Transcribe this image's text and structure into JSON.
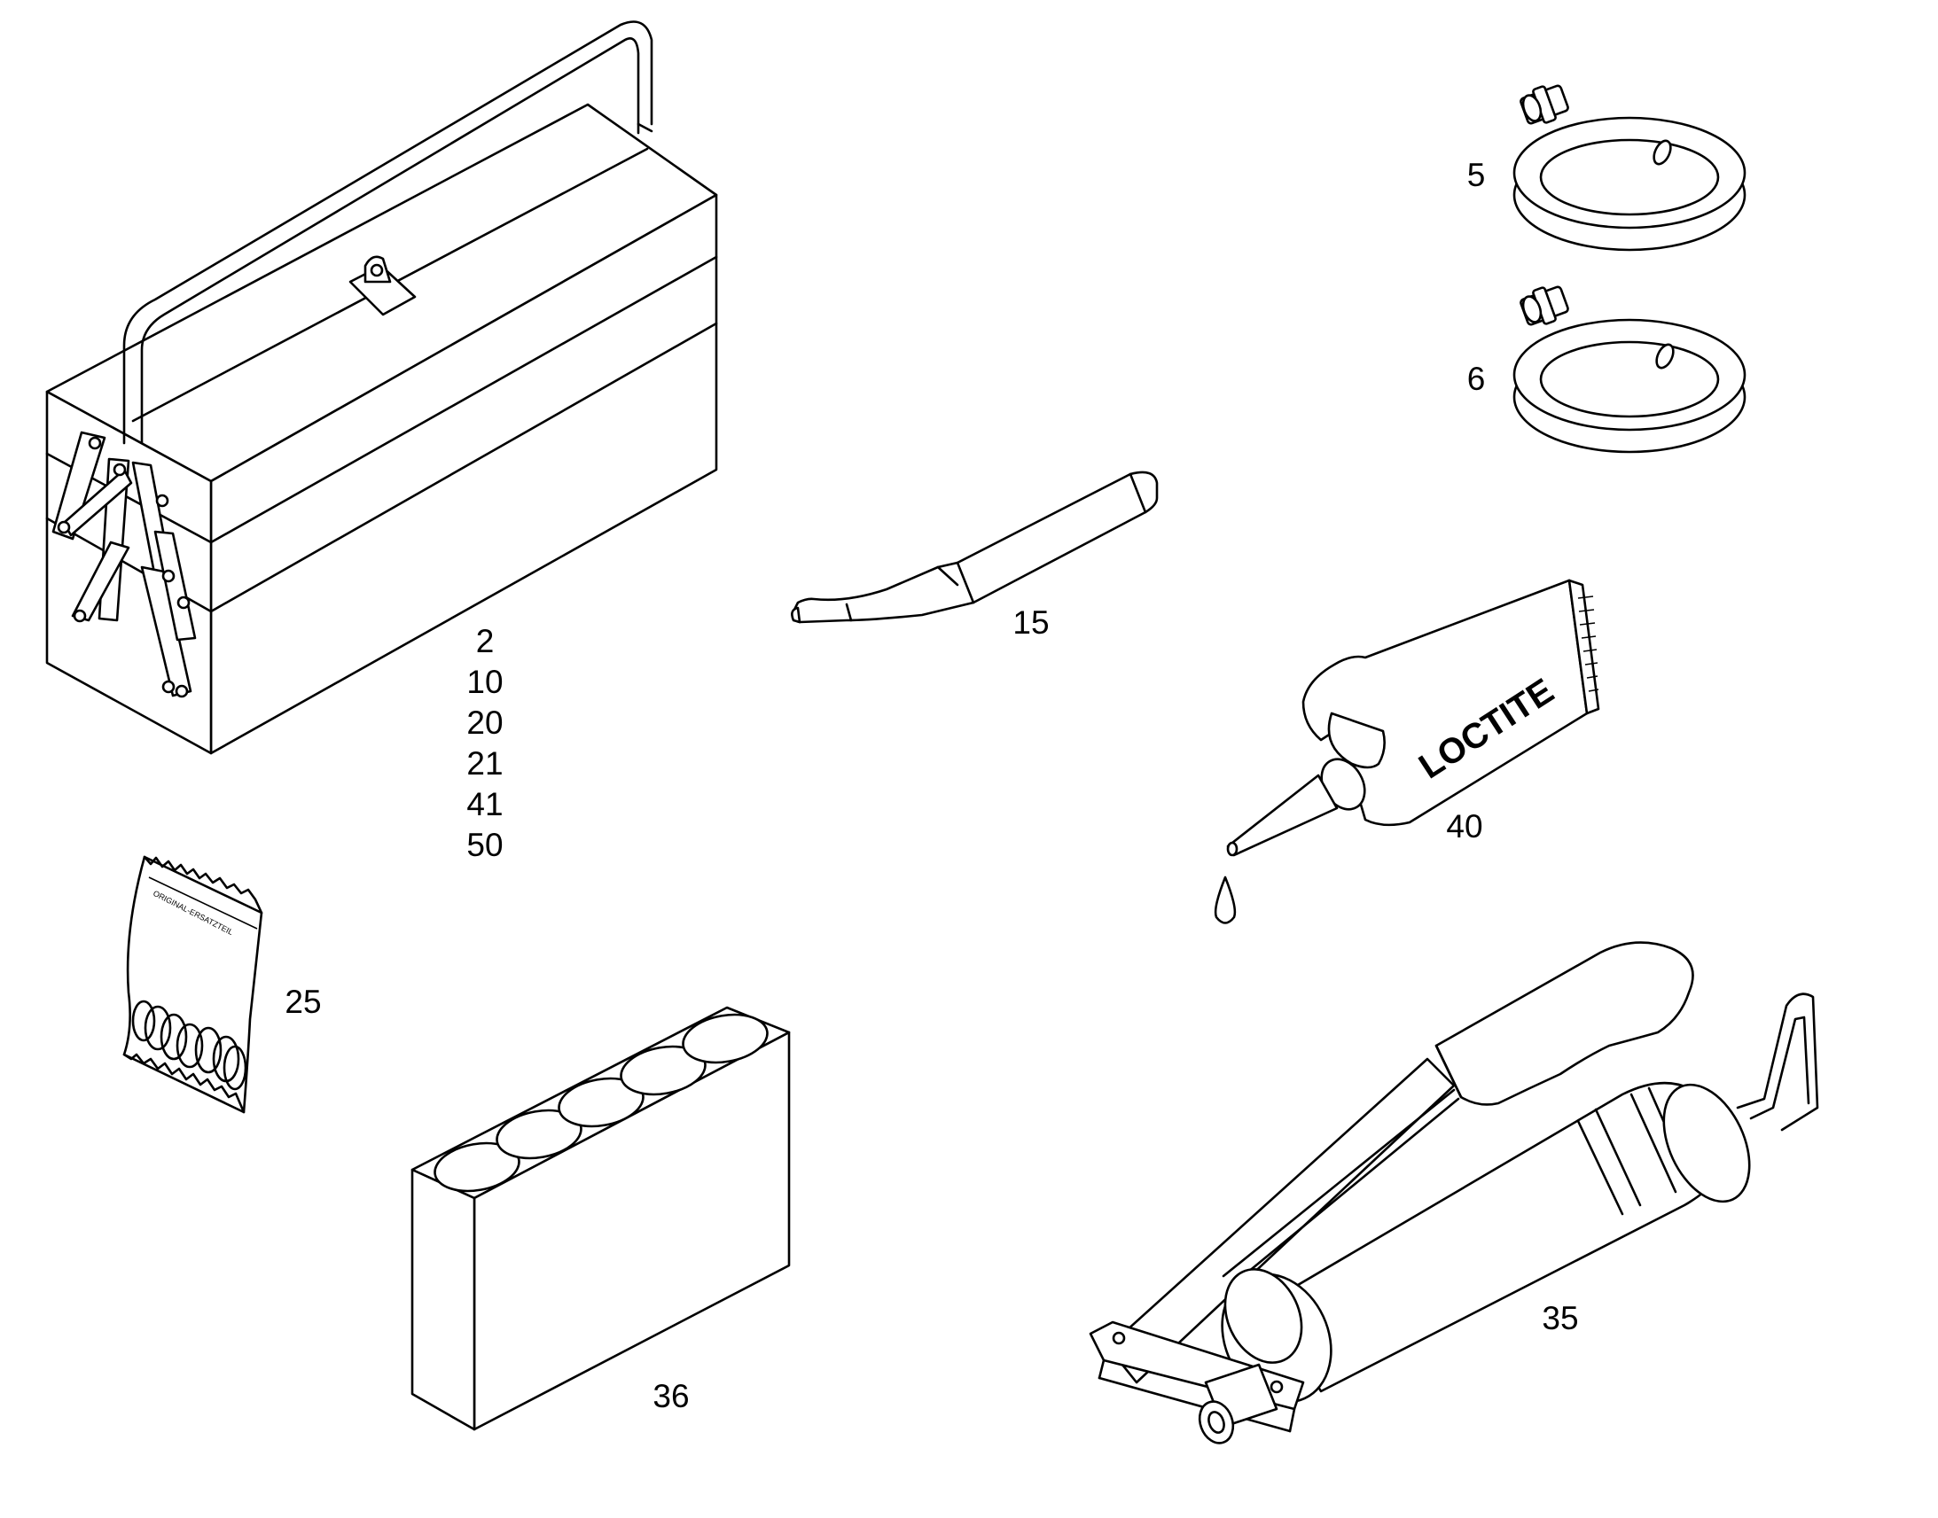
{
  "labels": {
    "toolbox": [
      "2",
      "10",
      "20",
      "21",
      "41",
      "50"
    ],
    "hose_upper": "5",
    "hose_lower": "6",
    "wrench": "15",
    "tube": "40",
    "oring_bag": "25",
    "grease_gun": "35",
    "cartridge_box": "36"
  },
  "tube_brand": "LOCTITE",
  "bag_text": "ORIGINAL-ERSATZTEIL",
  "colors": {
    "line": "#000000",
    "background": "#ffffff"
  }
}
